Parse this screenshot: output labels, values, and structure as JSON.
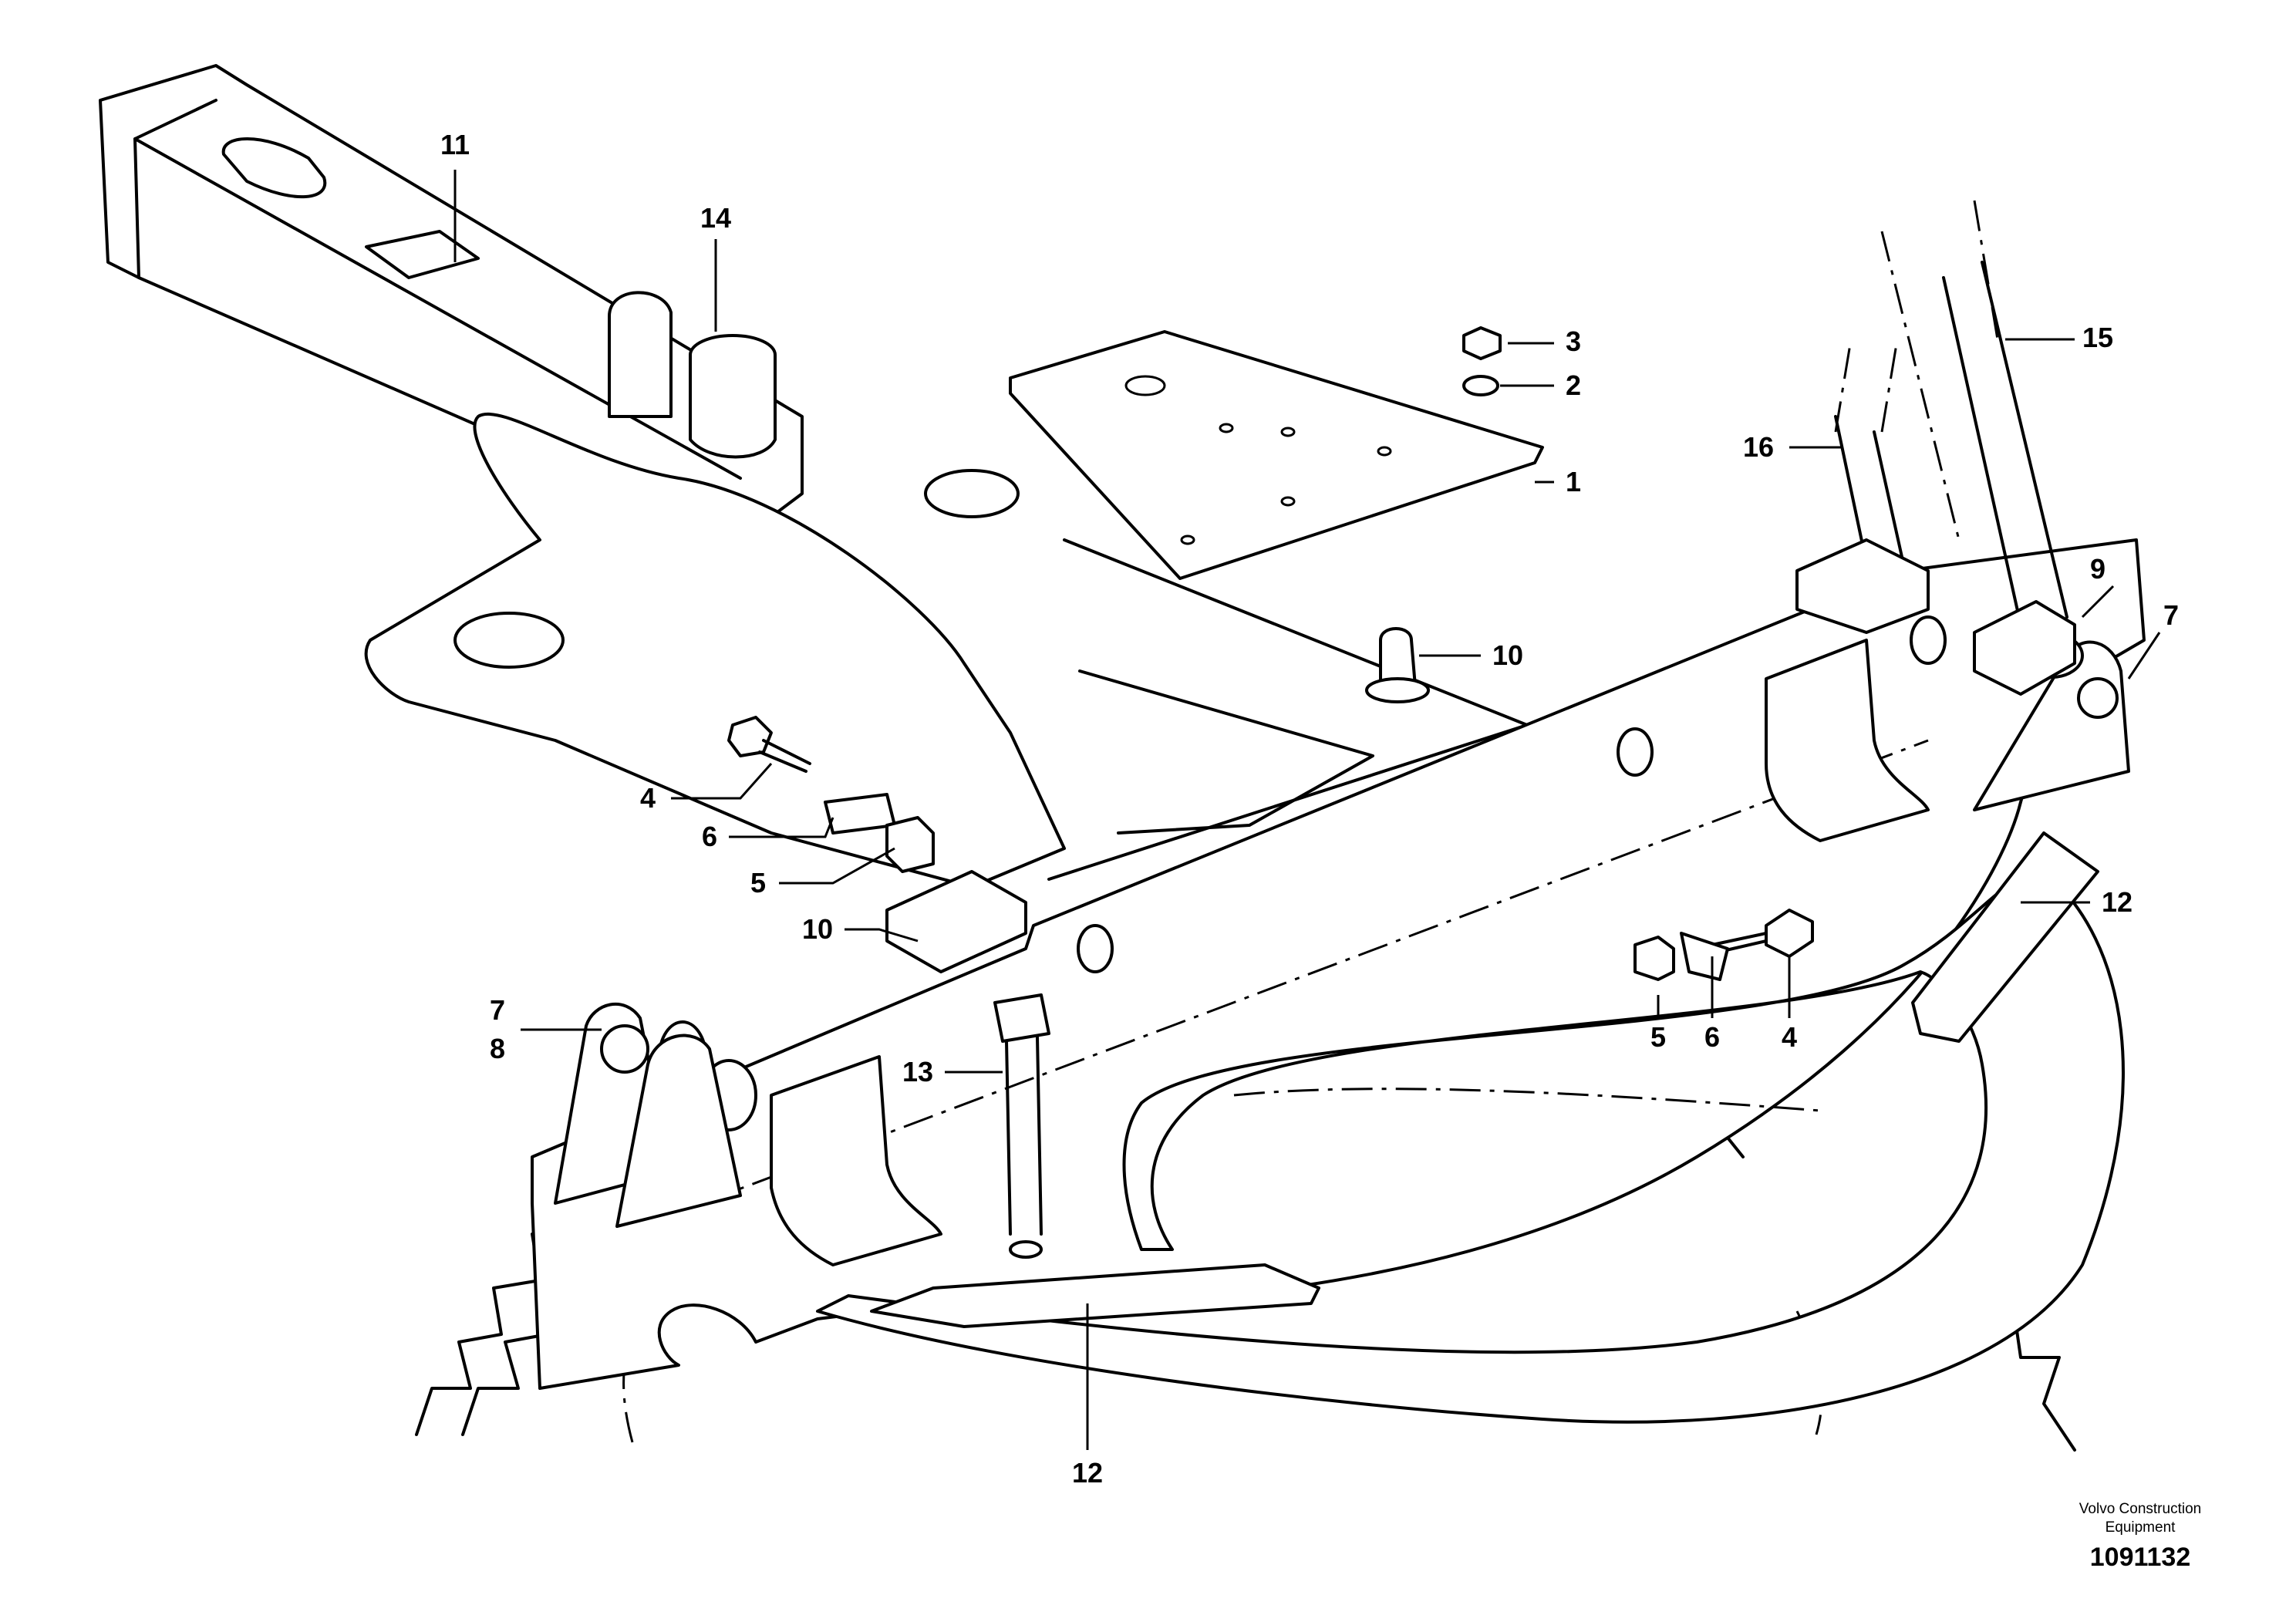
{
  "callouts": {
    "c1": "1",
    "c2": "2",
    "c3": "3",
    "c4a": "4",
    "c4b": "4",
    "c5a": "5",
    "c5b": "5",
    "c6a": "6",
    "c6b": "6",
    "c7a": "7",
    "c7b": "7",
    "c8": "8",
    "c9": "9",
    "c10a": "10",
    "c10b": "10",
    "c11": "11",
    "c12a": "12",
    "c12b": "12",
    "c13": "13",
    "c14": "14",
    "c15": "15",
    "c16": "16"
  },
  "footer": {
    "company_line1": "Volvo Construction",
    "company_line2": "Equipment",
    "document_number": "1091132"
  }
}
